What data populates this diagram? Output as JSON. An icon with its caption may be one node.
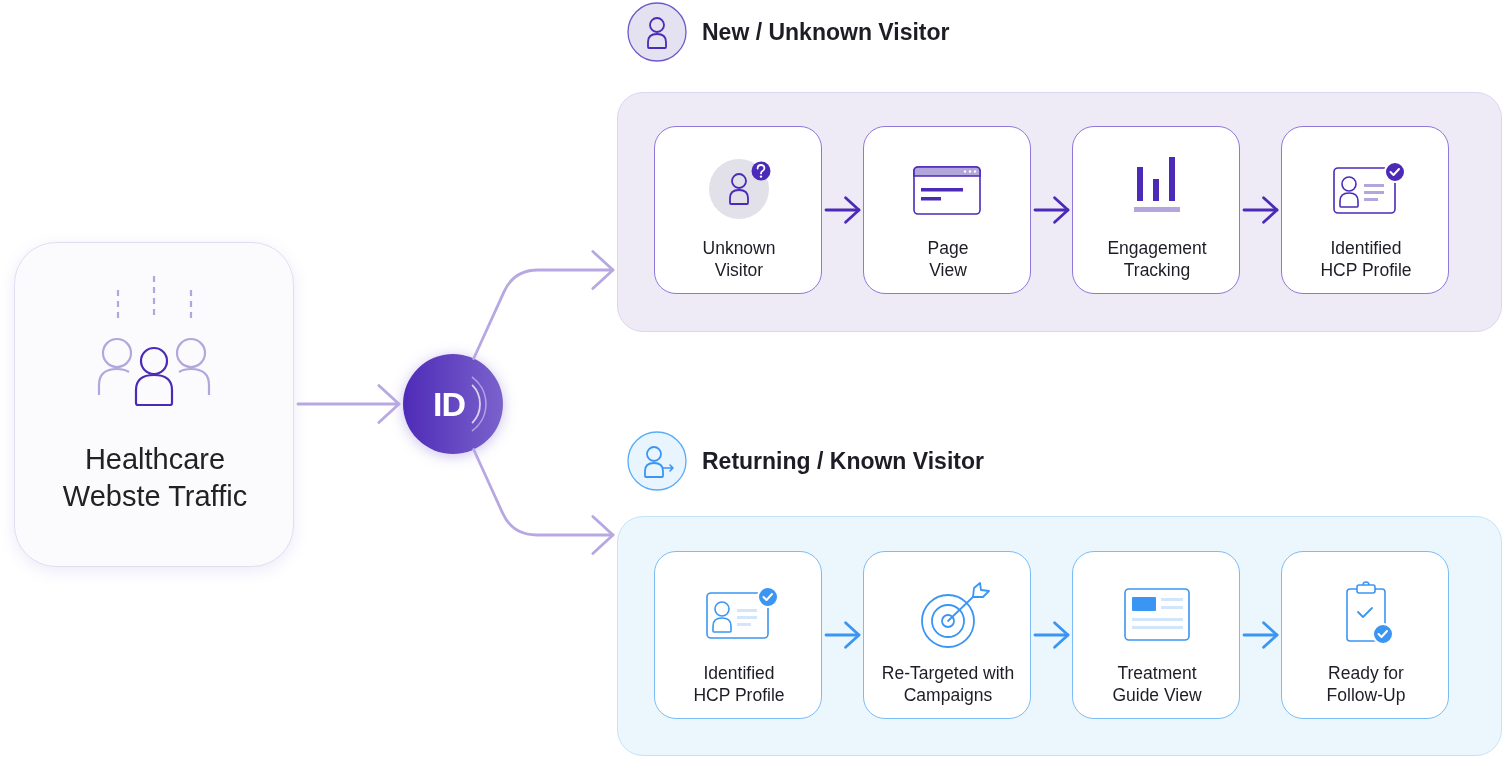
{
  "diagram": {
    "nodes": [
      {
        "text": [
          "Healthcare Webste Traffic"
        ]
      },
      {
        "text": [
          "ID"
        ]
      },
      {
        "text": [
          "New / Unknown Visitor"
        ]
      },
      {
        "text": [
          "Unknown Visitor"
        ],
        "in": 2
      },
      {
        "text": [
          "Page View"
        ],
        "in": 2
      },
      {
        "text": [
          "Engagement Tracking"
        ],
        "in": 2
      },
      {
        "text": [
          "Identified HCP Profile"
        ],
        "in": 2
      },
      {
        "text": [
          "Returning / Known Visitor"
        ]
      },
      {
        "text": [
          "Identified HCP Profile"
        ],
        "in": 7
      },
      {
        "text": [
          "Re-Targeted with Campaigns"
        ],
        "in": 7
      },
      {
        "text": [
          "Treatment Guide View"
        ],
        "in": 7
      },
      {
        "text": [
          "Ready for Follow-Up"
        ],
        "in": 7
      }
    ],
    "edges": [
      {
        "from": 0,
        "to": 1,
        "arrow": "to",
        "color": "#b7a8e2"
      },
      {
        "from": 1,
        "to": 2,
        "arrow": "to",
        "color": "#b7a8e2"
      },
      {
        "from": 1,
        "to": 7,
        "arrow": "to",
        "color": "#b7a8e2"
      },
      {
        "from": 3,
        "to": 4,
        "arrow": "to",
        "color": "#4b2ab8"
      },
      {
        "from": 4,
        "to": 5,
        "arrow": "to",
        "color": "#4b2ab8"
      },
      {
        "from": 5,
        "to": 6,
        "arrow": "to",
        "color": "#4b2ab8"
      },
      {
        "from": 8,
        "to": 9,
        "arrow": "to",
        "color": "#3b95f2"
      },
      {
        "from": 9,
        "to": 10,
        "arrow": "to",
        "color": "#3b95f2"
      },
      {
        "from": 10,
        "to": 11,
        "arrow": "to",
        "color": "#3b95f2"
      }
    ]
  }
}
